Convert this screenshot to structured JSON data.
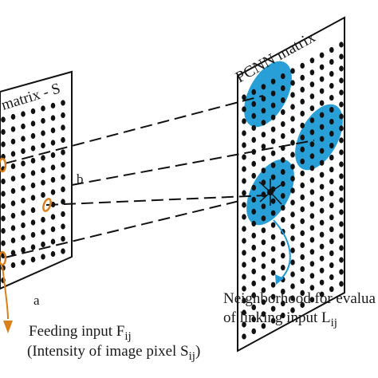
{
  "left_panel": {
    "title": "matrix - S"
  },
  "right_panel": {
    "title": "PCNN matrix"
  },
  "labels": {
    "a": "a",
    "b": "b",
    "neighborhood_line1": "Neighborhood for evalua",
    "neighborhood_line2_text": "of linking input L",
    "neighborhood_line2_sub": "ij",
    "feeding_line1_text": "Feeding input F",
    "feeding_line1_sub": "ij",
    "feeding_line2_text": "(Intensity of image pixel S",
    "feeding_line2_sub": "ij",
    "feeding_line2_close": ")"
  },
  "colors": {
    "dot": "#111111",
    "neighborhood_fill": "#1e9ad6",
    "feeding_ring": "#d9801c",
    "arrow": "#1e9ad6",
    "orange_arrow": "#d9801c"
  }
}
